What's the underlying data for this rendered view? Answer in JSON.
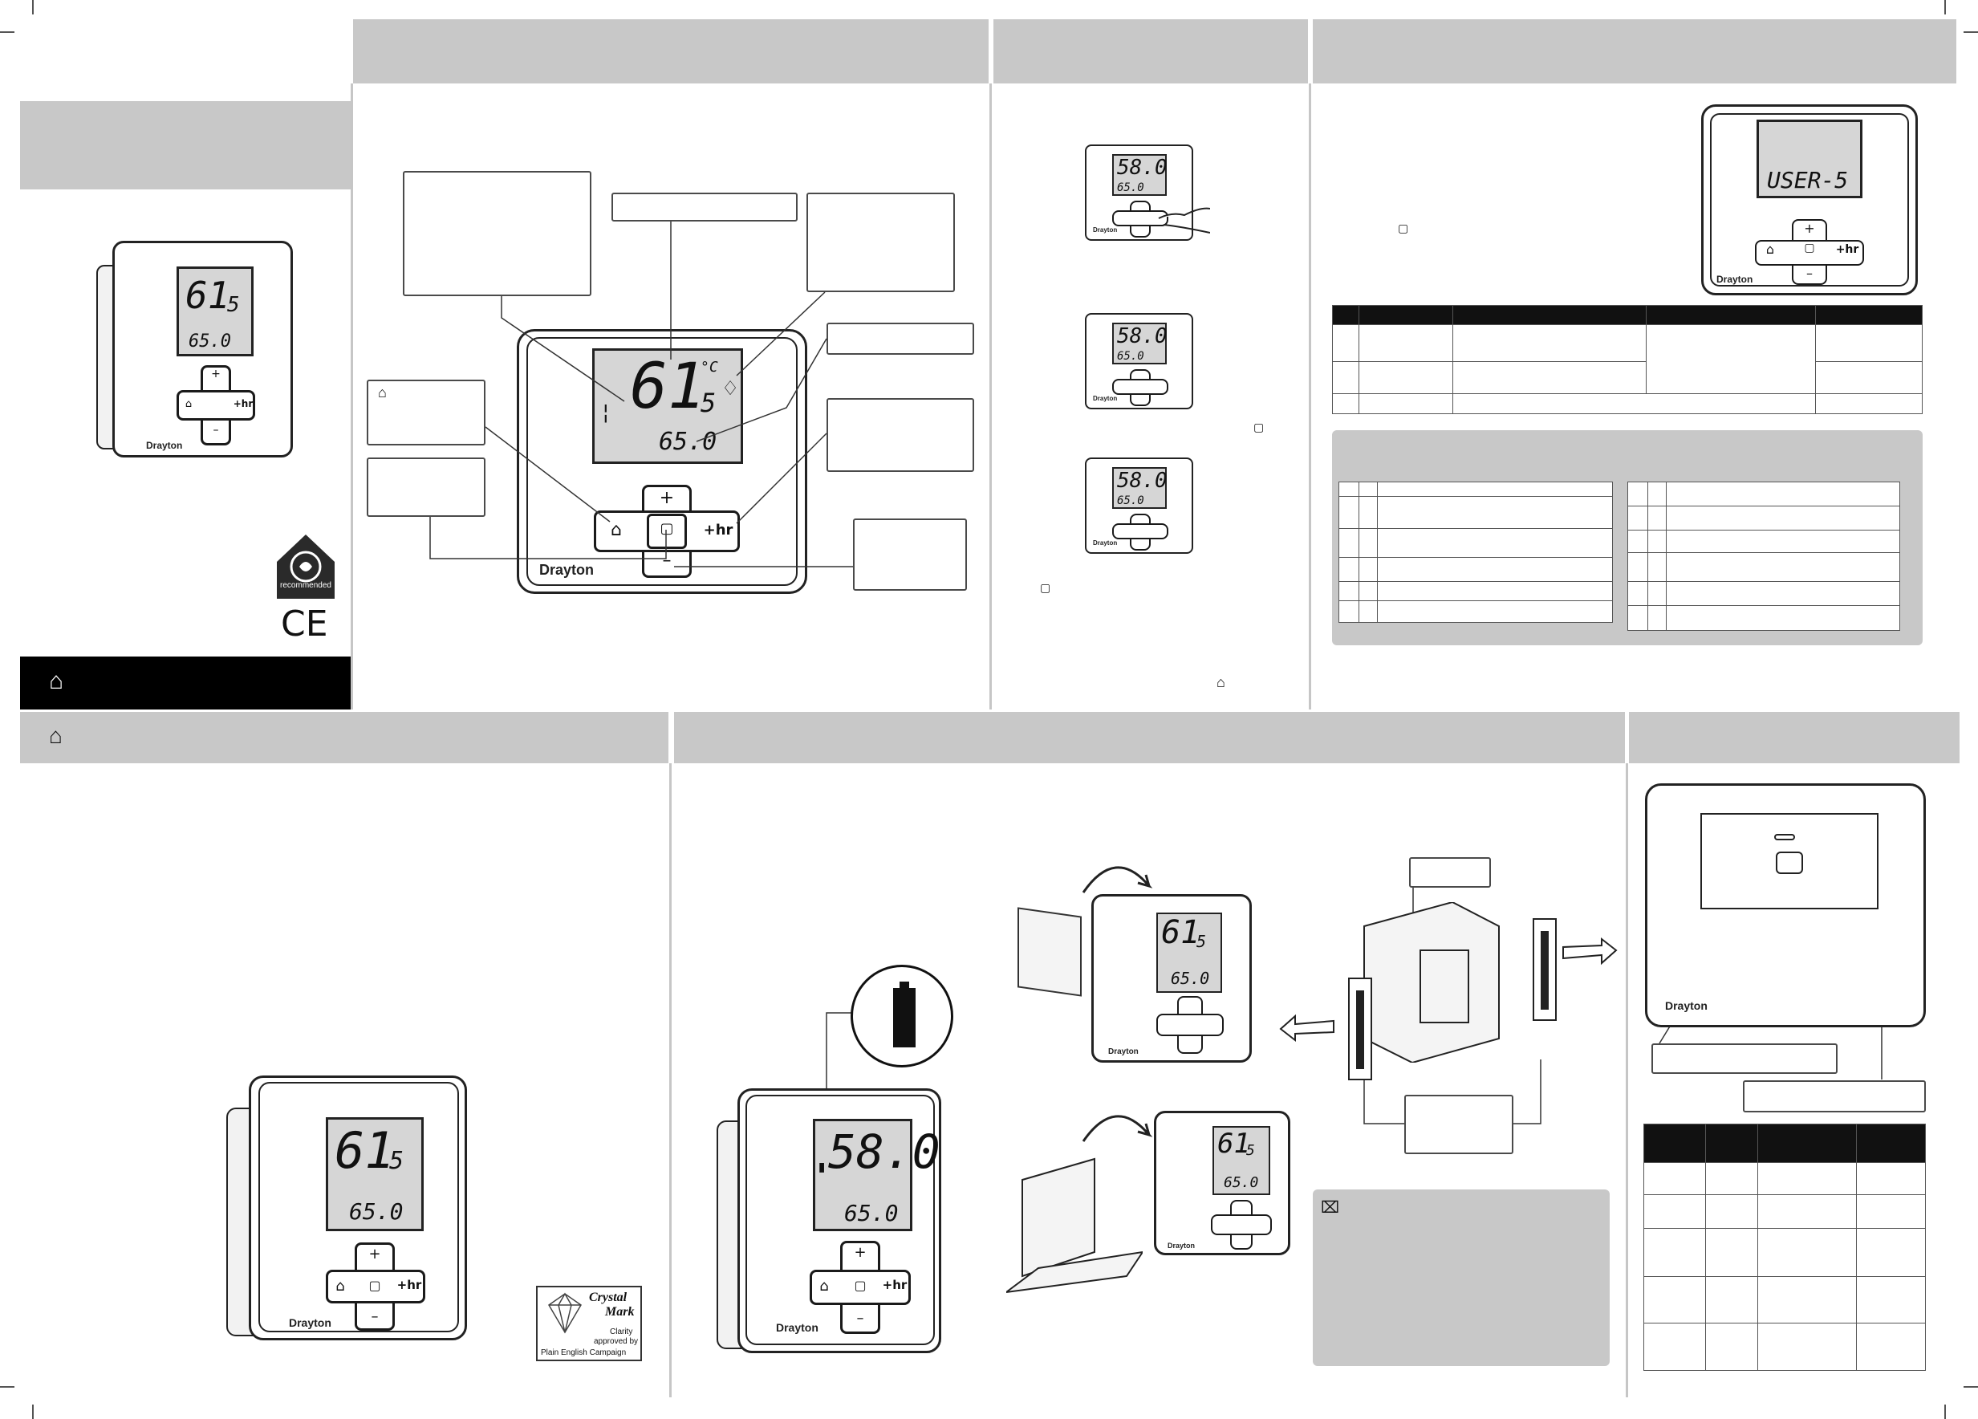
{
  "brand": "Drayton",
  "lcd": {
    "main_small": {
      "temp_a": "61",
      "temp_b": "5",
      "unit": "°C",
      "setpoint": "65.0"
    },
    "main_large": {
      "temp_a": "61",
      "temp_b": "5",
      "setpoint": "65.0"
    },
    "mini": {
      "temp": "58.0",
      "unit": "°C",
      "setpoint": "65.0"
    },
    "user_display": "USER-5",
    "battery_display": {
      "temp": "58.0",
      "setpoint": "65.0"
    }
  },
  "buttons": {
    "plus": "+",
    "minus": "–",
    "extra_hour": "+hr"
  },
  "logos": {
    "energy_saving": "recommended",
    "ce": "CE"
  },
  "crystal_mark": {
    "title_1": "Crystal",
    "title_2": "Mark",
    "line_1": "Clarity",
    "line_2": "approved by",
    "line_3": "Plain English Campaign"
  }
}
